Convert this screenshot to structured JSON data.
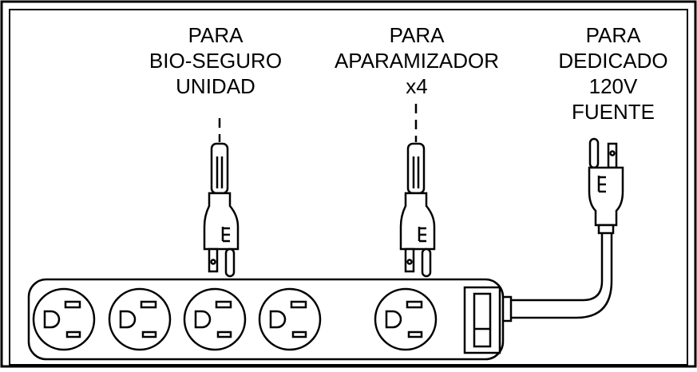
{
  "labels": {
    "bio": [
      "PARA",
      "BIO-SEGURO",
      "UNIDAD"
    ],
    "aparamizador": [
      "PARA",
      "APARAMIZADOR",
      "x4"
    ],
    "dedicado": [
      "PARA",
      "DEDICADO",
      "120V",
      "FUENTE"
    ]
  },
  "strip": {
    "outlet_count": 5
  }
}
